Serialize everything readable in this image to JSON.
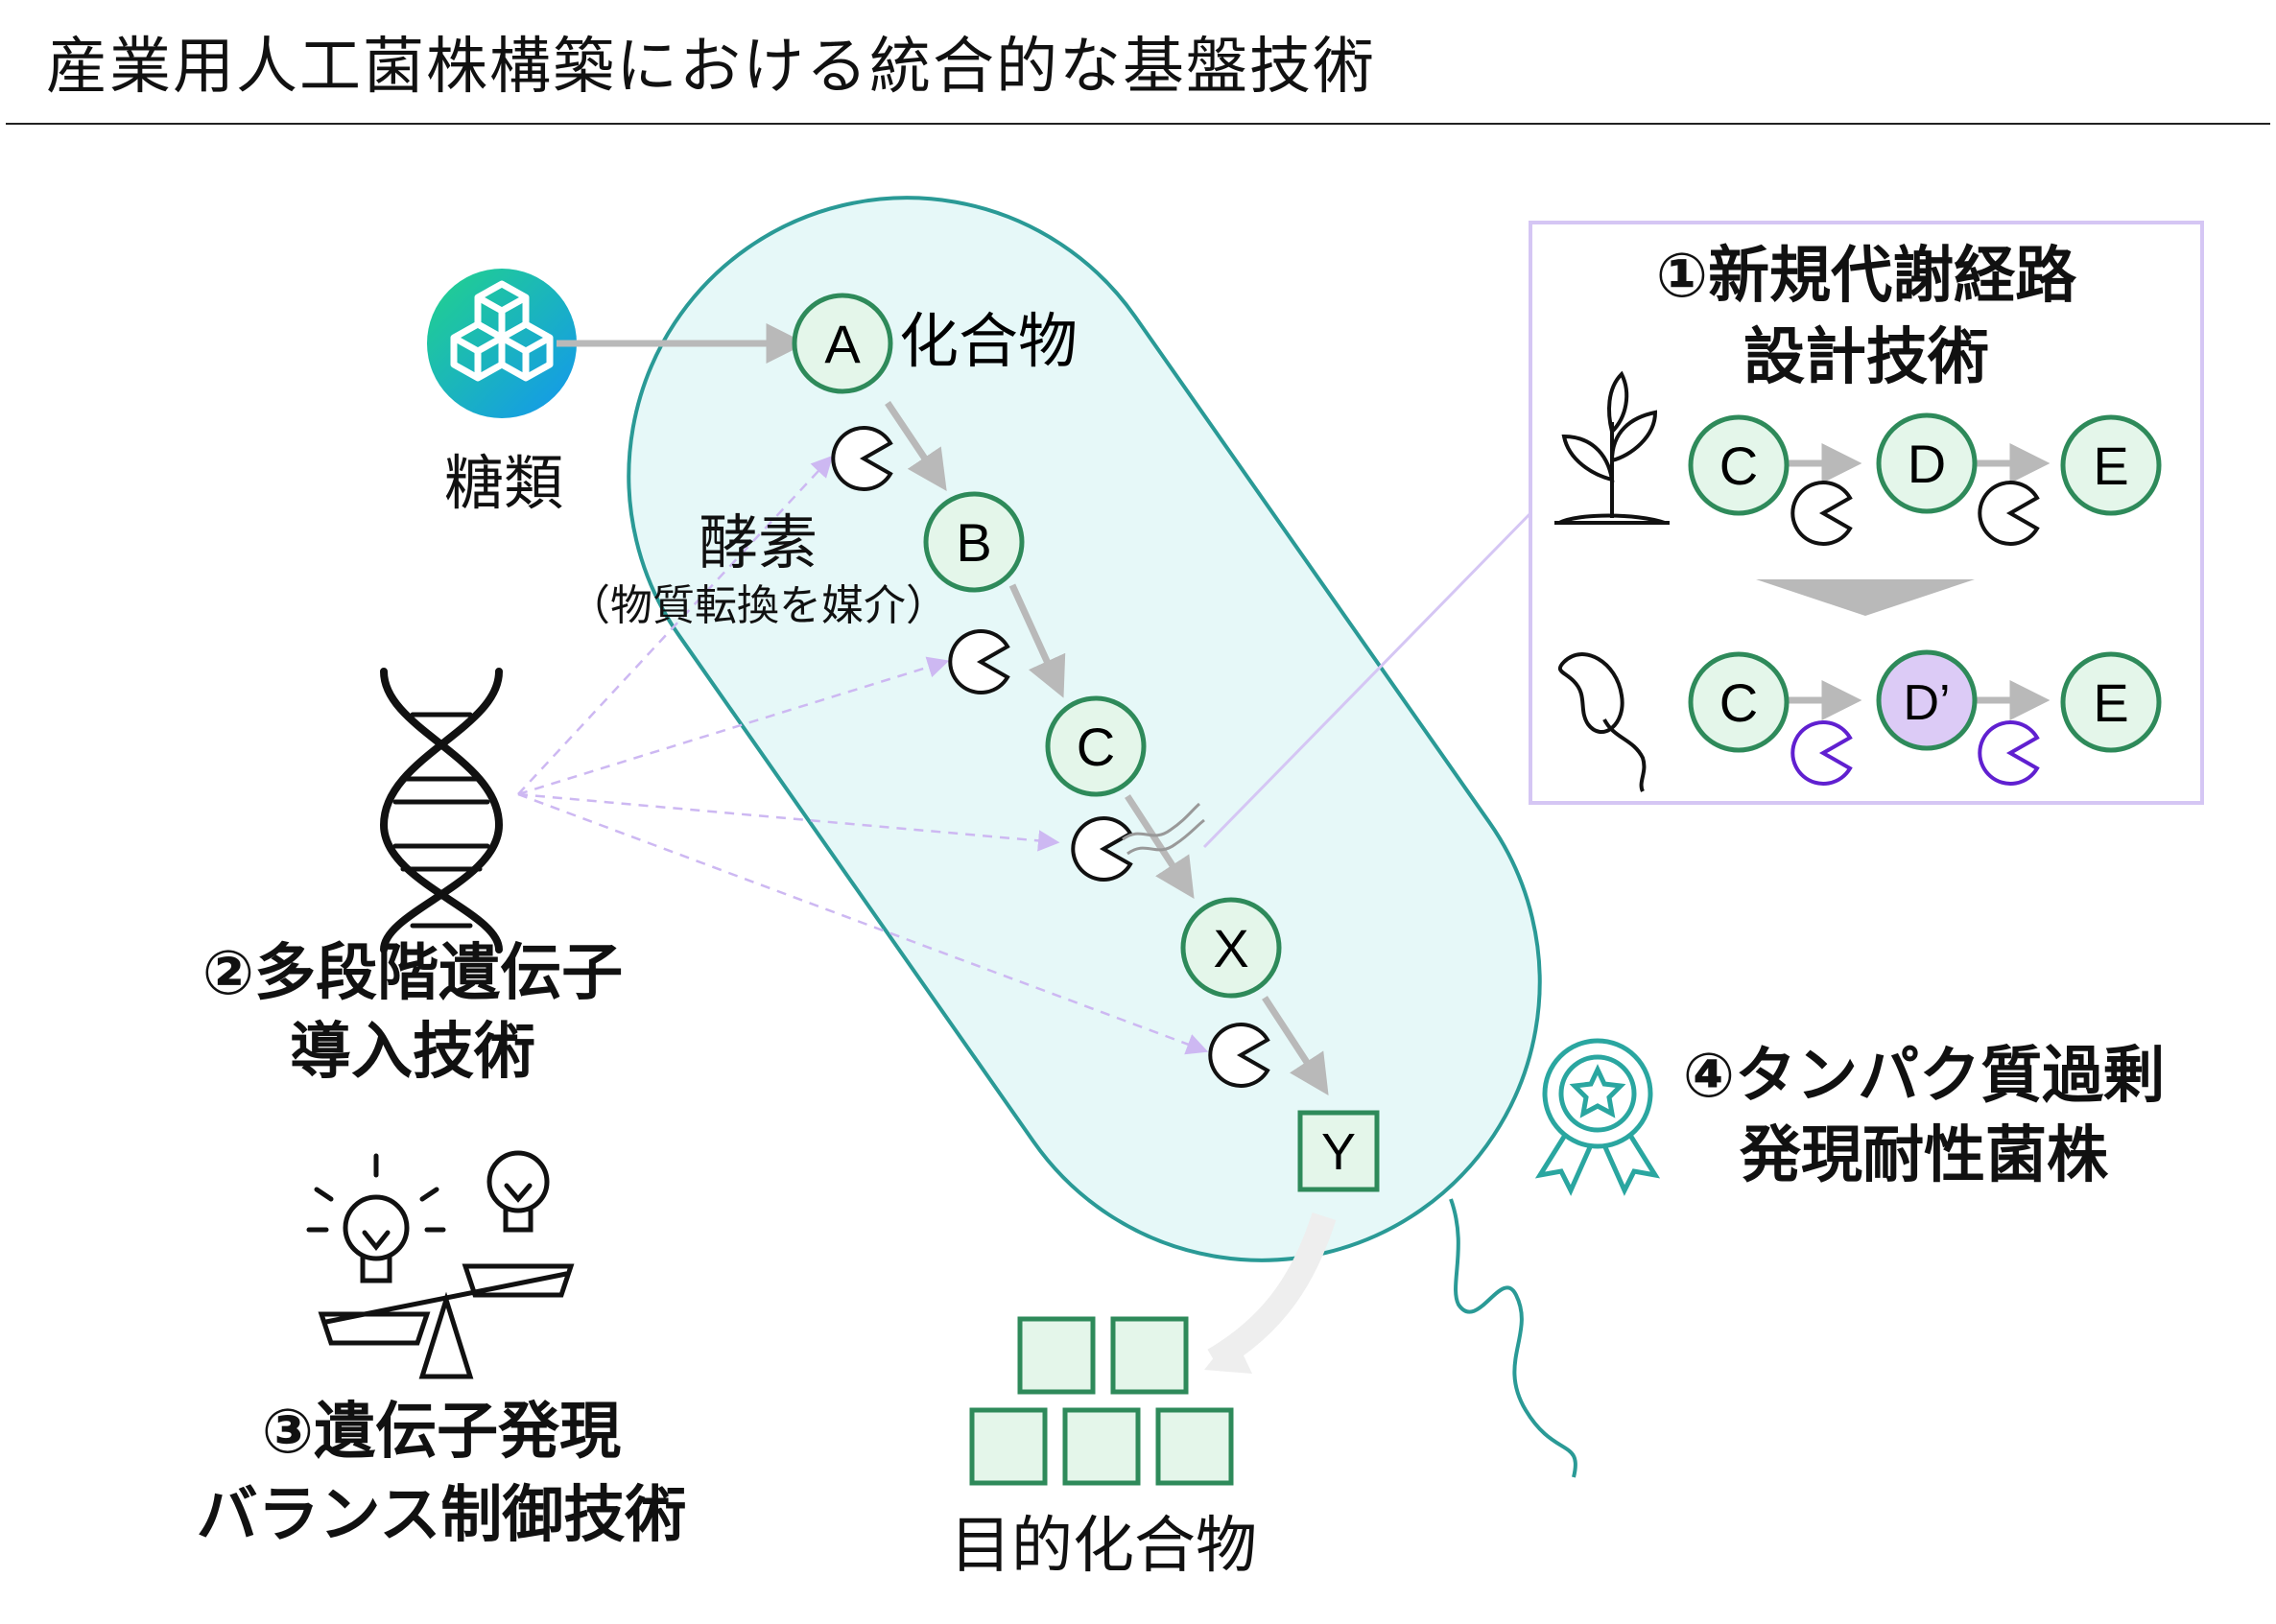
{
  "title": "産業用人工菌株構築における統合的な基盤技術",
  "colors": {
    "cell_fill": "#e6f8f8",
    "cell_stroke": "#2a9a96",
    "node_fill": "#e4f6ea",
    "node_stroke": "#2e8a5a",
    "node_new_fill": "#dccbf6",
    "node_new_stroke": "#2e8a5a",
    "enzyme_new": "#6020d0",
    "arrow_gray": "#b9b9b9",
    "dash_purple": "#cdb8f2",
    "panel_border": "#d5c6f4",
    "icon_gradient_start": "#22d38a",
    "icon_gradient_end": "#1396f0",
    "award_color": "#2aa6a0"
  },
  "sugar": {
    "label": "糖類",
    "icon": "cubes-icon"
  },
  "pathway": {
    "a_node": "A",
    "a_label": "化合物",
    "b_node": "B",
    "c_node": "C",
    "x_node": "X",
    "y_node": "Y"
  },
  "enzyme": {
    "label": "酵素",
    "sublabel": "（物質転換を媒介）"
  },
  "tech1": {
    "line1": "①新規代謝経路",
    "line2": "設計技術",
    "top_nodes": [
      "C",
      "D",
      "E"
    ],
    "bottom_nodes": [
      "C",
      "D’",
      "E"
    ],
    "top_icon": "plant-icon",
    "bottom_icon": "microbe-icon"
  },
  "tech2": {
    "line1": "②多段階遺伝子",
    "line2": "導入技術",
    "icon": "dna-icon"
  },
  "tech3": {
    "line1": "③遺伝子発現",
    "line2": "バランス制御技術",
    "icon": "lightbulb-balance-icon"
  },
  "tech4": {
    "line1": "④タンパク質過剰",
    "line2": "発現耐性菌株",
    "icon": "award-icon"
  },
  "product": {
    "label": "目的化合物"
  }
}
